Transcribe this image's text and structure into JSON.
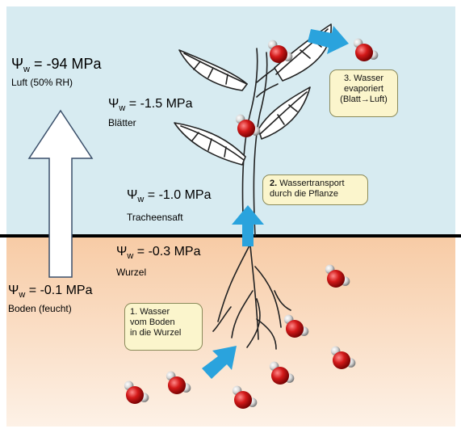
{
  "labels": {
    "air": {
      "psi_symbol": "Ψ",
      "psi_sub": "w",
      "value": " = -94 MPa",
      "desc": "Luft (50% RH)"
    },
    "leaf": {
      "psi_symbol": "Ψ",
      "psi_sub": "w",
      "value": " = -1.5 MPa",
      "desc": "Blätter"
    },
    "xylem": {
      "psi_symbol": "Ψ",
      "psi_sub": "w",
      "value": " = -1.0 MPa",
      "desc": "Tracheensaft"
    },
    "root": {
      "psi_symbol": "Ψ",
      "psi_sub": "w",
      "value": " = -0.3 MPa",
      "desc": "Wurzel"
    },
    "soil": {
      "psi_symbol": "Ψ",
      "psi_sub": "w",
      "value": " = -0.1 MPa",
      "desc": "Boden (feucht)"
    }
  },
  "notes": {
    "step1": {
      "line1": "1. Wasser",
      "line2": "vom Boden",
      "line3": "in die Wurzel"
    },
    "step2": {
      "num": "2.",
      "line1": " Wassertransport",
      "line2": "durch die Pflanze"
    },
    "step3": {
      "line1": "3. Wasser",
      "line2": "evaporiert",
      "line3": "(Blatt→Luft)"
    }
  },
  "colors": {
    "sky": "#d7ebf1",
    "soil_top": "#f7cba5",
    "soil_bottom": "#fdf1e6",
    "ground_line": "#000000",
    "flow_arrow": "#2aa3dd",
    "oxygen": "#d31919",
    "hydrogen": "#d8d8d8"
  }
}
